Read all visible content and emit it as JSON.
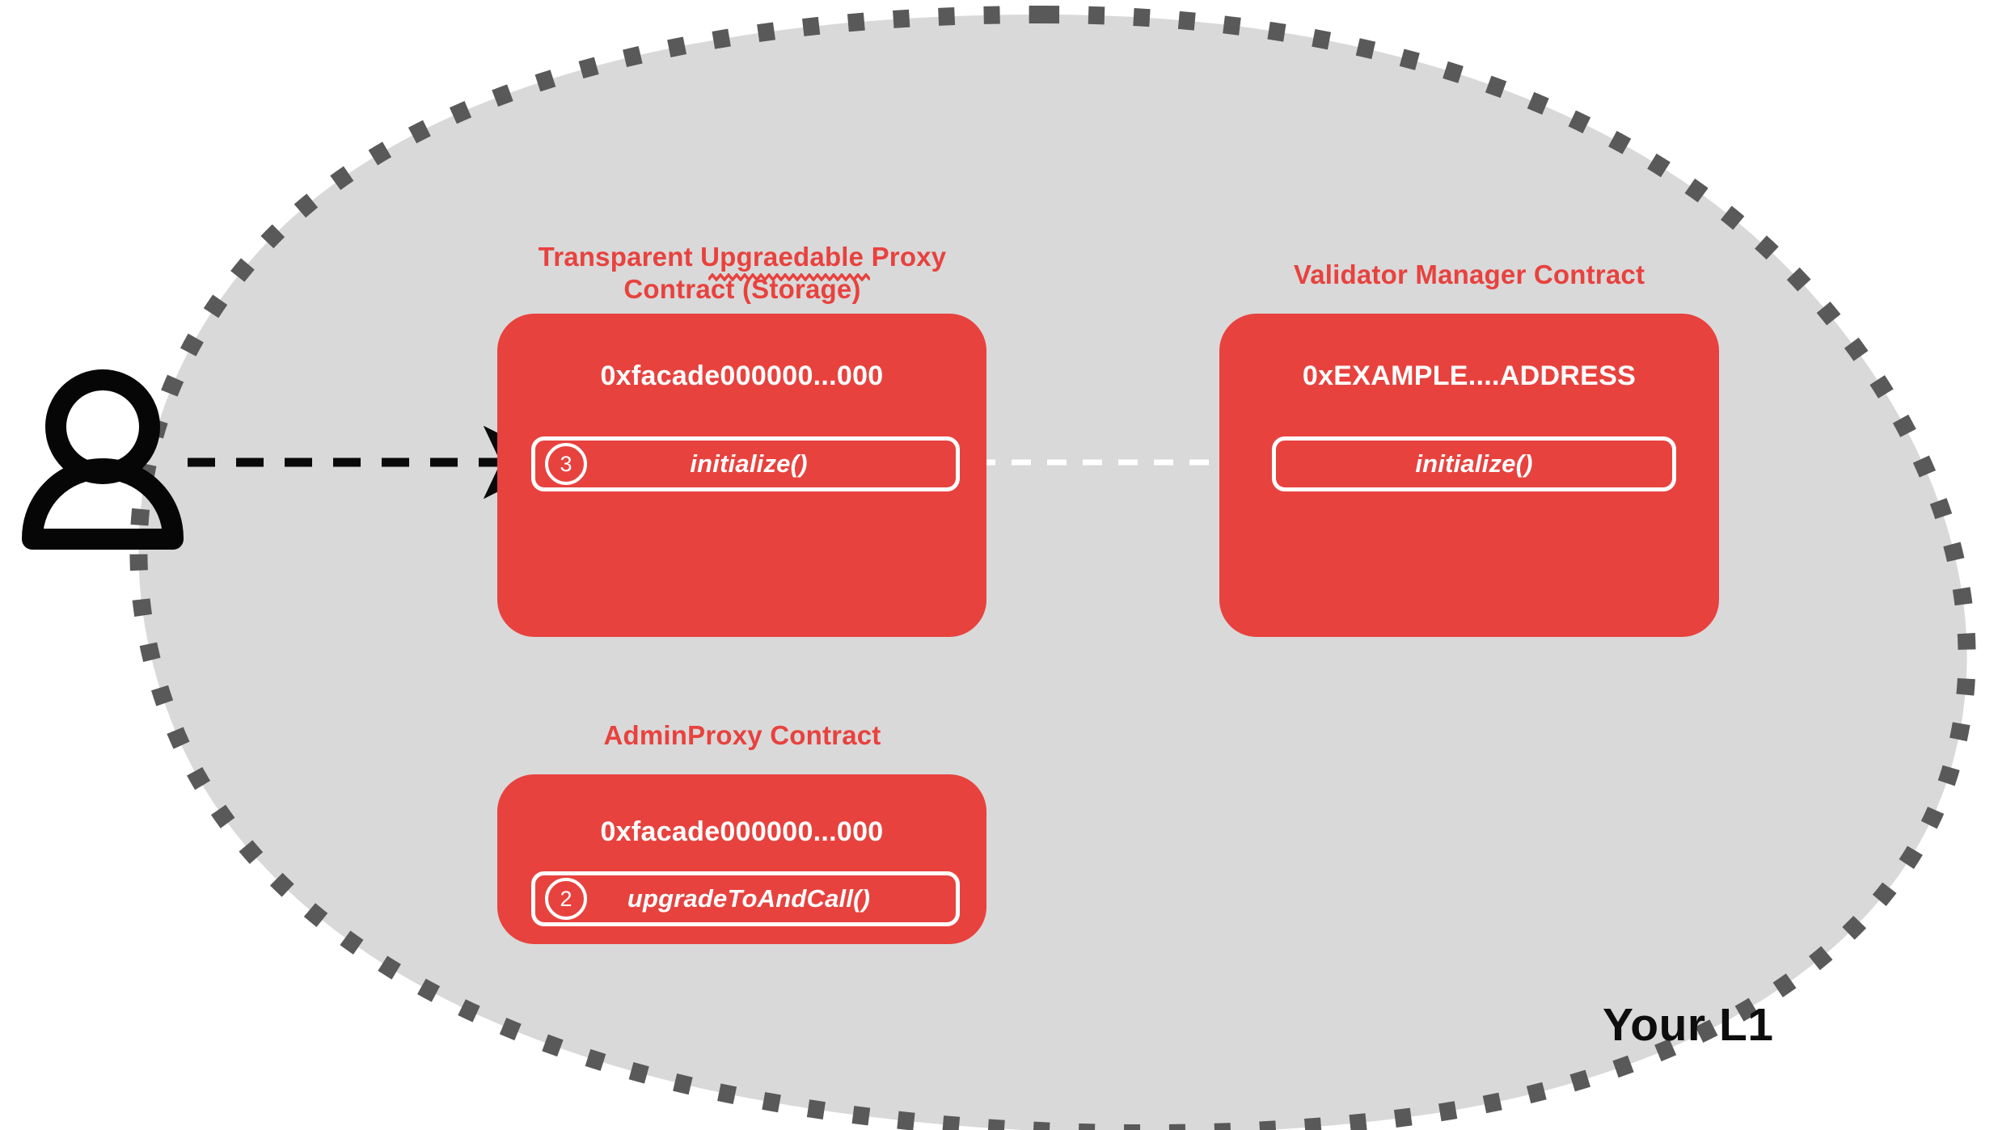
{
  "diagram": {
    "region_label": "Your L1",
    "actor": {
      "icon": "person-icon"
    },
    "colors": {
      "contract_fill": "#E8423E",
      "contract_title": "#E8423E",
      "region_fill": "#D9D9D9",
      "region_border": "#595959",
      "text_on_card": "#FFFFFF",
      "actor_stroke": "#000000"
    },
    "contracts": [
      {
        "id": "transparent-upgradeable-proxy",
        "title": "Transparent Upgraedable Proxy Contract (Storage)",
        "title_line1": "Transparent Upgraedable Proxy",
        "title_line2": "Contract (Storage)",
        "address": "0xfacade000000...000",
        "functions": [
          {
            "step": "3",
            "name": "initialize()"
          }
        ]
      },
      {
        "id": "validator-manager",
        "title": "Validator Manager Contract",
        "title_line1": "Validator Manager Contract",
        "title_line2": "",
        "address": "0xEXAMPLE....ADDRESS",
        "functions": [
          {
            "step": "",
            "name": "initialize()"
          }
        ]
      },
      {
        "id": "admin-proxy",
        "title": "AdminProxy  Contract",
        "title_line1": "AdminProxy  Contract",
        "title_line2": "",
        "address": "0xfacade000000...000",
        "functions": [
          {
            "step": "2",
            "name": "upgradeToAndCall()"
          }
        ]
      }
    ],
    "connections": [
      {
        "id": "user-to-proxy",
        "from": "person-icon",
        "to": "transparent-upgradeable-proxy.initialize()",
        "style": "dashed",
        "color": "#000000"
      },
      {
        "id": "proxy-to-validator",
        "from": "transparent-upgradeable-proxy.initialize()",
        "to": "validator-manager.initialize()",
        "style": "dashed",
        "color": "#FFFFFF"
      }
    ]
  }
}
